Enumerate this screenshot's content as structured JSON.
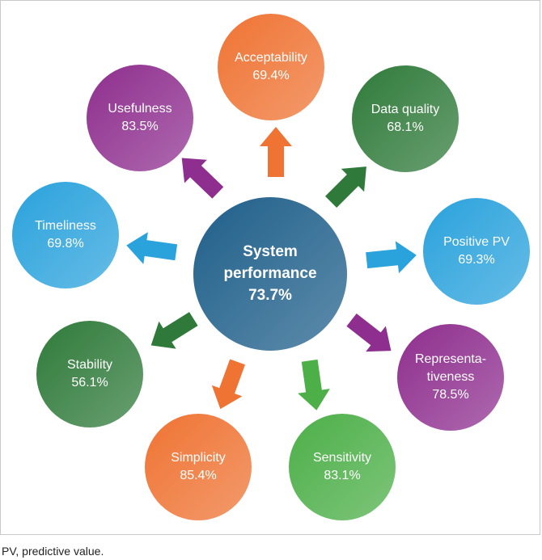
{
  "diagram": {
    "center": {
      "lines": [
        "System",
        "performance",
        "73.7%"
      ],
      "color": "#1f5f8a"
    },
    "nodes": [
      {
        "id": "acceptability",
        "lines": [
          "Acceptability",
          "69.4%"
        ],
        "color": "#ef7333",
        "icon": "arrow-up"
      },
      {
        "id": "data-quality",
        "lines": [
          "Data quality",
          "68.1%"
        ],
        "color": "#2f7a3a",
        "icon": "arrow-up-right"
      },
      {
        "id": "positive-pv",
        "lines": [
          "Positive PV",
          "69.3%"
        ],
        "color": "#2aa2dc",
        "icon": "arrow-right"
      },
      {
        "id": "representativeness",
        "lines": [
          "Representa-",
          "tiveness",
          "78.5%"
        ],
        "color": "#8e2e8e",
        "icon": "arrow-down-right"
      },
      {
        "id": "sensitivity",
        "lines": [
          "Sensitivity",
          "83.1%"
        ],
        "color": "#4caf47",
        "icon": "arrow-down"
      },
      {
        "id": "simplicity",
        "lines": [
          "Simplicity",
          "85.4%"
        ],
        "color": "#ef7333",
        "icon": "arrow-down"
      },
      {
        "id": "stability",
        "lines": [
          "Stability",
          "56.1%"
        ],
        "color": "#2f7a3a",
        "icon": "arrow-down-left"
      },
      {
        "id": "timeliness",
        "lines": [
          "Timeliness",
          "69.8%"
        ],
        "color": "#2aa2dc",
        "icon": "arrow-left"
      },
      {
        "id": "usefulness",
        "lines": [
          "Usefulness",
          "83.5%"
        ],
        "color": "#8e2e8e",
        "icon": "arrow-up-left"
      }
    ]
  },
  "footnote": "PV, predictive value."
}
